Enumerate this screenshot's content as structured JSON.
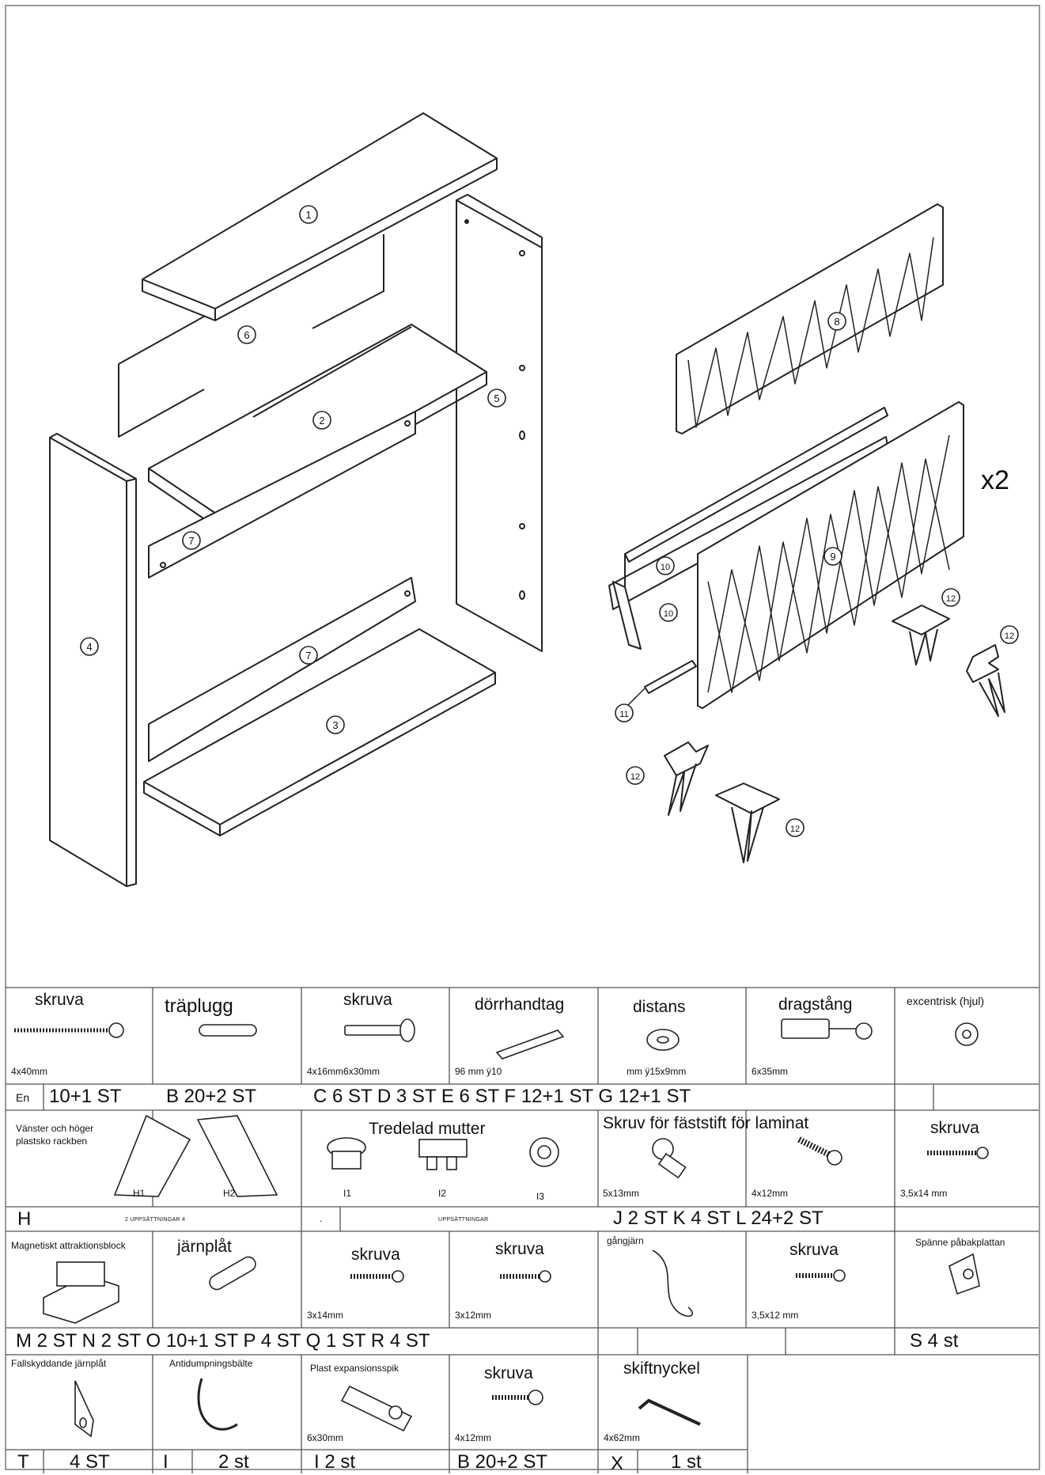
{
  "diagram": {
    "multiplier": "x2"
  },
  "row1": {
    "cells": [
      {
        "name": "skruva",
        "dim": "4x40mm"
      },
      {
        "name": "träplugg",
        "dim": ""
      },
      {
        "name": "skruva",
        "dim": "4x16mm6x30mm"
      },
      {
        "name": "dörrhandtag",
        "dim": "96 mm ÿ10"
      },
      {
        "name": "distans",
        "dim": "mm ÿ15x9mm"
      },
      {
        "name": "dragstång",
        "dim": "6x35mm"
      },
      {
        "name": "excentrisk (hjul)",
        "dim": ""
      }
    ],
    "en": "En",
    "qty_a": "10+1 ST",
    "qty_b": "B 20+2 ST",
    "qty_rest": "C 6 ST D 3 ST E 6 ST F 12+1 ST G 12+1 ST"
  },
  "row2": {
    "h_label": "Vänster och höger plastsko rackben",
    "h1": "H1",
    "h2": "H2",
    "i_label": "Tredelad mutter",
    "i1": "I1",
    "i2": "I2",
    "i3": "I3",
    "j_label": "Skruv för fäststift för laminat",
    "j_dim": "5x13mm",
    "k_dim": "4x12mm",
    "l_label": "skruva",
    "l_dim": "3,5x14 mm",
    "h_letter": "H",
    "h_note": "2 UPPSÄTTNINGAR 4",
    "dot": ".",
    "i_note": "UPPSÄTTNINGAR",
    "qty": "J 2 ST K 4 ST L 24+2 ST"
  },
  "row3": {
    "m_label": "Magnetiskt attraktionsblock",
    "n_label": "järnplåt",
    "o_label": "skruva",
    "o_dim": "3x14mm",
    "p_label": "skruva",
    "p_dim": "3x12mm",
    "q_label": "gångjärn",
    "r_label": "skruva",
    "r_dim": "3,5x12 mm",
    "s_label": "Spänne påbakplattan",
    "qty": "M 2 ST N 2 ST O 10+1 ST P 4 ST Q 1 ST R 4 ST",
    "s_qty": "S 4 st"
  },
  "row4": {
    "t_label": "Fallskyddande järnplåt",
    "u_label": "Antidumpningsbälte",
    "v_label": "Plast expansionsspik",
    "v_dim": "6x30mm",
    "w_label": "skruva",
    "w_dim": "4x12mm",
    "x_label": "skiftnyckel",
    "x_dim": "4x62mm",
    "t_letter": "T",
    "t_qty": "4 ST",
    "u_letter": "I",
    "u_qty": "2 st",
    "v_qty": "I 2 st",
    "w_qty": "B 20+2 ST",
    "x_letter": "X",
    "x_qty": "1 st"
  }
}
